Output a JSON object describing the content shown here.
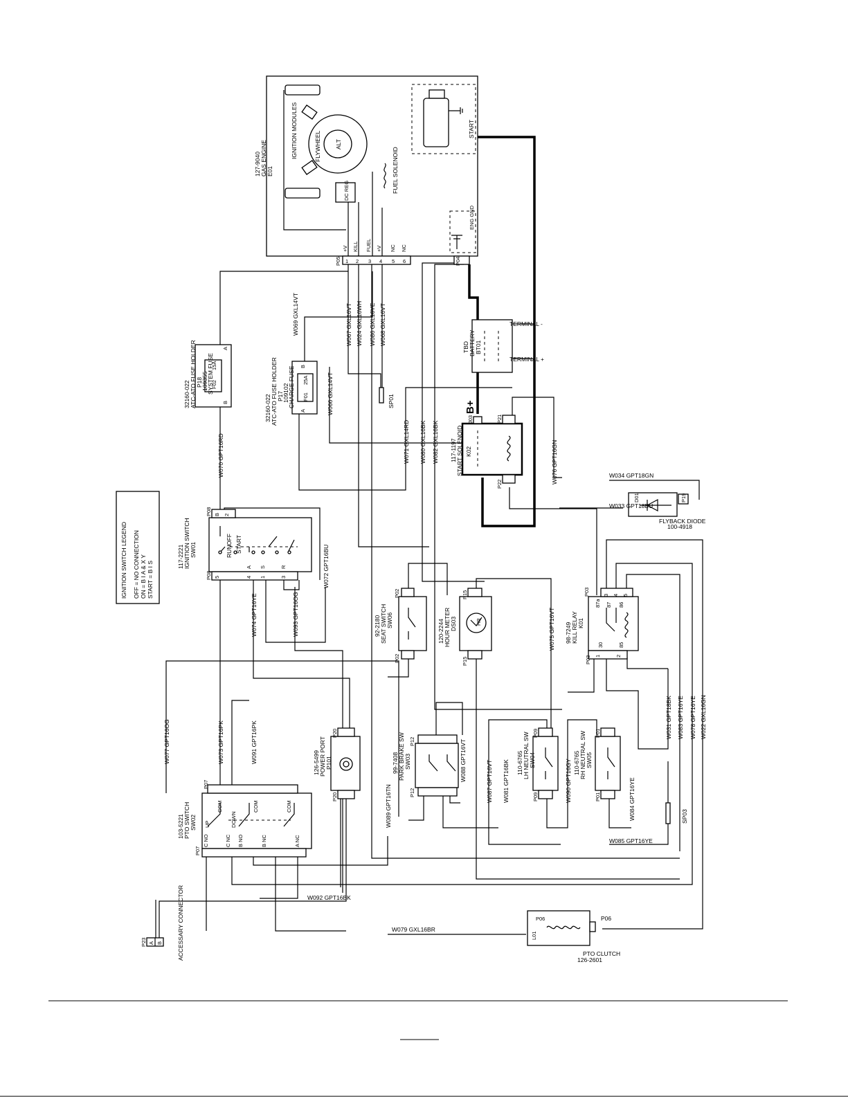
{
  "engine": {
    "part": "127-9040",
    "name": "GAS ENGINE",
    "id": "E01",
    "ignition_modules": "IGNITION MODULES",
    "flywheel": "FLYWHEEL",
    "alt": "ALT",
    "dc_reg": "DC REG",
    "fuel_solenoid": "FUEL SOLENOID",
    "start": "START",
    "eng_gnd": "ENG GND",
    "connector": "P05",
    "connector2": "P04",
    "pins": [
      {
        "num": "1",
        "label": "+V"
      },
      {
        "num": "2",
        "label": "KILL"
      },
      {
        "num": "3",
        "label": "FUEL"
      },
      {
        "num": "4",
        "label": "+V"
      },
      {
        "num": "5",
        "label": "NC"
      },
      {
        "num": "6",
        "label": "NC"
      }
    ]
  },
  "battery": {
    "part": "TBD",
    "name": "BATTERY",
    "id": "BT01",
    "terminal_neg": "TERMINAL -",
    "terminal_pos": "TERMINAL +"
  },
  "system_fuse": {
    "part": "32160-022",
    "name": "ATC-ATO FUSE HOLDER",
    "fuse_part": "109355",
    "fuse_name": "SYSTEM FUSE",
    "id": "F02",
    "rating": "15A",
    "conn": "P18",
    "pin_a": "A",
    "pin_b": "B"
  },
  "charge_fuse": {
    "part": "32160-022",
    "name": "ATC-ATO FUSE HOLDER",
    "fuse_part": "109102",
    "fuse_name": "CHARGE FUSE",
    "id": "F01",
    "rating": "25A",
    "conn": "P17",
    "pin_a": "A",
    "pin_b": "B"
  },
  "start_solenoid": {
    "part": "117-1197",
    "name": "START SOLENOID",
    "id": "K02",
    "b_plus": "B+",
    "conn_top": "P21",
    "conn_bottom": "P22",
    "conn_b": "J03"
  },
  "flyback_diode": {
    "part": "100-4918",
    "name": "FLYBACK DIODE",
    "id": "D01",
    "conn": "P19"
  },
  "ignition_switch": {
    "part": "117-2221",
    "name": "IGNITION SWITCH",
    "id": "SW01",
    "conn_top": "P08",
    "conn_bottom": "P08",
    "pos_off": "OFF",
    "pos_run": "RUN",
    "pos_start": "START",
    "pins_top": [
      "B",
      "2"
    ],
    "pins_bottom": [
      "5",
      "4",
      "A",
      "1",
      "S",
      "3",
      "R"
    ]
  },
  "legend": {
    "title": "IGNITION SWITCH LEGEND",
    "lines": [
      "OFF    = NO CONNECTION",
      "ON     = B I A & X Y",
      "START = B I S"
    ]
  },
  "seat_switch": {
    "part": "92-2180",
    "name": "SEAT SWITCH",
    "id": "SW06",
    "conn_top": "P02",
    "conn_bottom": "P02"
  },
  "hour_meter": {
    "part": "120-2244",
    "name": "HOUR METER",
    "id": "DS03",
    "symbol": "HR",
    "conn_top": "P15",
    "conn_bottom": "P15"
  },
  "kill_relay": {
    "part": "98-7249",
    "name": "KILL RELAY",
    "id": "K01",
    "conn_top": "P03",
    "conn_bottom": "P03",
    "pins_top": [
      "3",
      "4",
      "5"
    ],
    "pins_bottom": [
      "1",
      "2"
    ],
    "labels": [
      "87a",
      "87",
      "86",
      "30",
      "85"
    ]
  },
  "power_port": {
    "part": "126-5499",
    "name": "POWER PORT",
    "id": "P101",
    "conn": "P20"
  },
  "park_brake_sw": {
    "part": "99-7408",
    "name": "PARK BRAKE SW",
    "id": "SW03",
    "conn": "P12"
  },
  "lh_neutral_sw": {
    "part": "110-6765",
    "name": "LH NEUTRAL SW",
    "id": "SW04",
    "conn": "P09"
  },
  "rh_neutral_sw": {
    "part": "110-6765",
    "name": "RH NEUTRAL SW",
    "id": "SW05",
    "conn": "P01"
  },
  "pto_switch": {
    "part": "103-5221",
    "name": "PTO SWITCH",
    "id": "SW02",
    "conn": "P07",
    "labels_top": [
      "COM",
      "COM",
      "COM"
    ],
    "labels_bottom": [
      "C NO",
      "C NC",
      "B NO",
      "B NC",
      "A NC"
    ],
    "pos": [
      "UP",
      "DOWN"
    ]
  },
  "accessory": {
    "name": "ACCESSARY CONNECTOR",
    "conn": "P23",
    "pins": [
      "A",
      "B"
    ]
  },
  "pto_clutch": {
    "part": "126-2601",
    "name": "PTO CLUTCH",
    "id": "L01",
    "conn": "P06"
  },
  "splices": [
    "SP01",
    "SP03"
  ],
  "wires": {
    "w067": "W067 GXL16VT",
    "w024": "W024 GXL16WH",
    "w086": "W086 GXL16YE",
    "w068": "W068 GXL16VT",
    "w069": "W069 GXL14VT",
    "w066": "W066 GXL14VT",
    "w070": "W070 GPT16RD",
    "w071": "W071 GXL14RD",
    "w080": "W080 GXL16BK",
    "w082": "W082 GXL16BK",
    "w076": "W076 GPT16GN",
    "w034": "W034 GPT18GN",
    "w033": "W033 GPT18BU",
    "w072": "W072 GPT16BU",
    "w074": "W074 GPT16YE",
    "w093": "W093 GPT16OG",
    "w075": "W075 GPT16VT",
    "w077": "W077 GPT16OG",
    "w073": "W073 GPT16PK",
    "w091": "W091 GPT16PK",
    "w089": "W089 GPT16TN",
    "w088": "W088 GPT16VT",
    "w087": "W087 GPT16VT",
    "w081": "W081 GPT16BK",
    "w090": "W090 GPT16GY",
    "w084": "W084 GPT16YE",
    "w031": "W031 GPT18BK",
    "w083": "W083 GPT16YE",
    "w078": "W078 GPT16YE",
    "w022": "W022 GXL16GN",
    "w085": "W085 GPT16YE",
    "w092": "W092 GPT16BK",
    "w079": "W079 GXL16BR"
  }
}
